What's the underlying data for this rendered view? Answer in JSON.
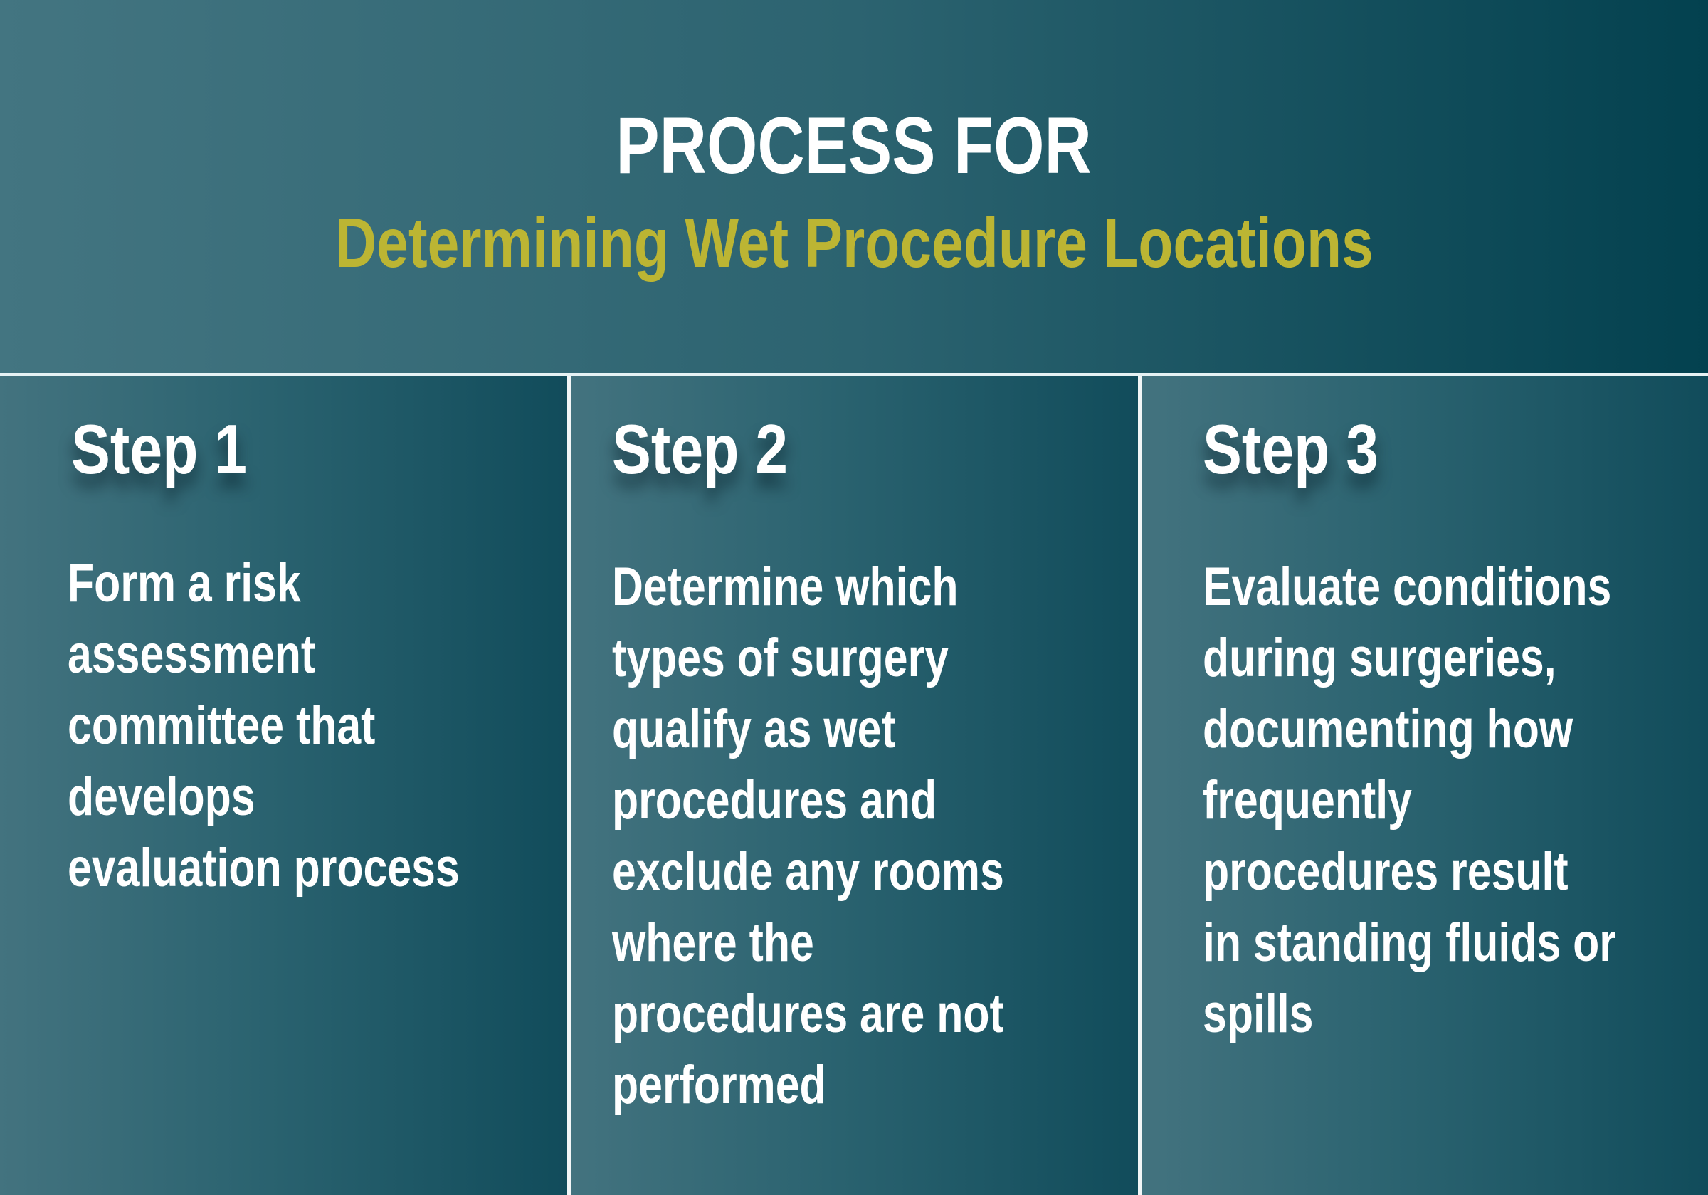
{
  "header": {
    "title": "PROCESS FOR",
    "subtitle": "Determining Wet Procedure Locations"
  },
  "steps": [
    {
      "label": "Step 1",
      "lines": [
        "Form a risk",
        "assessment",
        "committee that",
        "develops",
        "evaluation process"
      ]
    },
    {
      "label": "Step 2",
      "lines": [
        "Determine which",
        "types of surgery",
        "qualify as wet",
        "procedures and",
        "exclude any rooms",
        "where the",
        "procedures are not",
        "performed"
      ]
    },
    {
      "label": "Step 3",
      "lines": [
        "Evaluate conditions",
        "during surgeries,",
        "documenting how",
        "frequently",
        "procedures result",
        "in standing fluids or",
        "spills"
      ]
    }
  ],
  "colors": {
    "accent": "#bcb533",
    "text": "#ffffff"
  }
}
